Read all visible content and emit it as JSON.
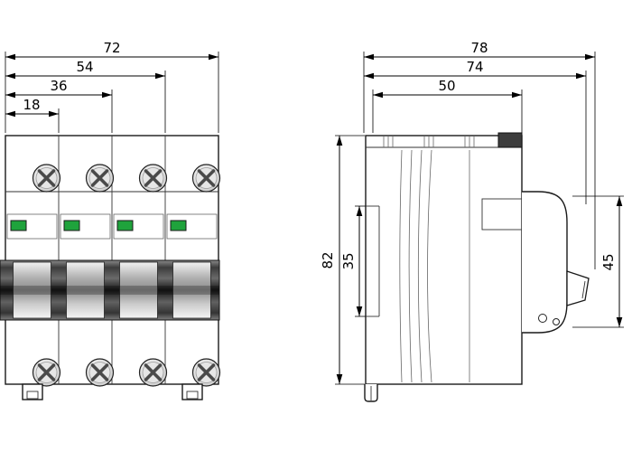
{
  "dims": {
    "front": {
      "overall": "72",
      "w54": "54",
      "w36": "36",
      "w18": "18"
    },
    "side": {
      "d78": "78",
      "d74": "74",
      "d50": "50",
      "h82": "82",
      "h35": "35",
      "h45": "45"
    }
  },
  "colors": {
    "indicator_green": "#1fa33c"
  }
}
